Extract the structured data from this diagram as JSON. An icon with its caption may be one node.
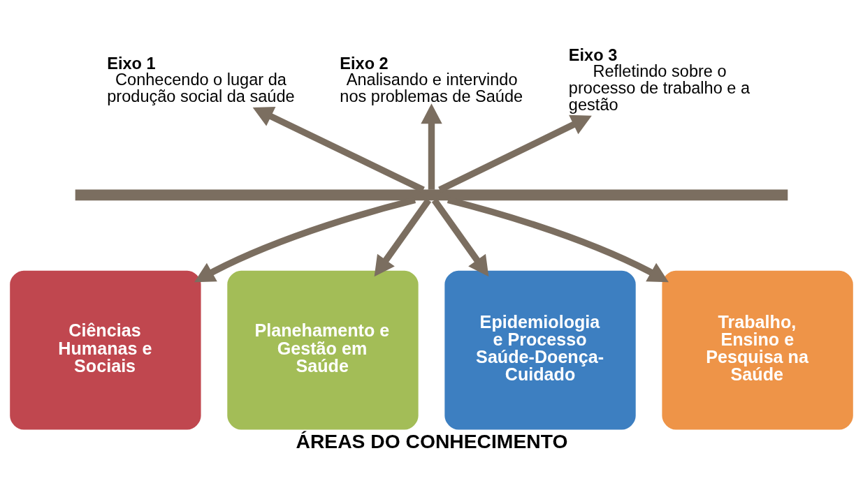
{
  "diagram": {
    "caption": "ÁREAS DO CONHECIMENTO",
    "nodes": [
      {
        "text": [
          "Eixo 1",
          "Conhecendo o lugar da produção social da saúde"
        ]
      },
      {
        "text": [
          "Eixo 2",
          "Analisando e intervindo nos problemas de Saúde"
        ]
      },
      {
        "text": [
          "Eixo 3",
          "Refletindo sobre o processo de trabalho e a gestão"
        ]
      },
      {
        "text": [],
        "shape": "bar"
      },
      {
        "text": [
          "Ciências Humanas e Sociais"
        ]
      },
      {
        "text": [
          "Planehamento e Gestão em Saúde"
        ]
      },
      {
        "text": [
          "Epidemiologia e Processo Saúde-Doença-Cuidado"
        ]
      },
      {
        "text": [
          "Trabalho, Ensino e Pesquisa na Saúde"
        ]
      }
    ],
    "edges": [
      {
        "from": 3,
        "to": 0,
        "arrow": "to"
      },
      {
        "from": 3,
        "to": 1,
        "arrow": "to"
      },
      {
        "from": 3,
        "to": 2,
        "arrow": "to"
      },
      {
        "from": 3,
        "to": 4,
        "arrow": "to"
      },
      {
        "from": 3,
        "to": 5,
        "arrow": "to"
      },
      {
        "from": 3,
        "to": 6,
        "arrow": "to"
      },
      {
        "from": 3,
        "to": 7,
        "arrow": "to"
      }
    ]
  }
}
